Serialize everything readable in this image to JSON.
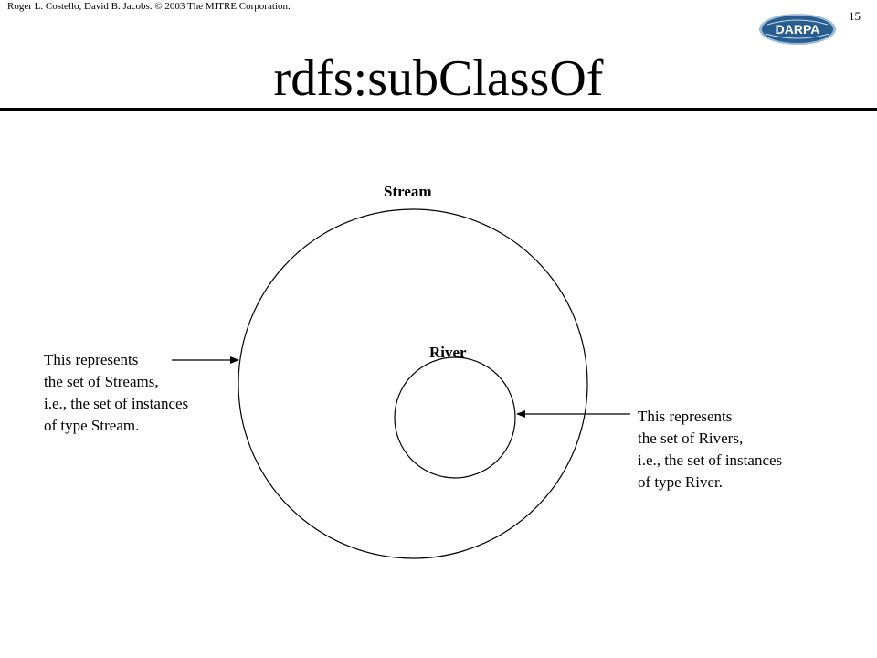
{
  "header": {
    "copyright": "Roger L. Costello, David B. Jacobs. © 2003 The MITRE Corporation.",
    "page_number": "15",
    "logo_text": "DARPA"
  },
  "slide": {
    "title": "rdfs:subClassOf"
  },
  "diagram": {
    "outer_label": "Stream",
    "inner_label": "River",
    "left_note": [
      "This represents",
      "the set of Streams,",
      "i.e., the set of instances",
      "of type Stream."
    ],
    "right_note": [
      "This represents",
      "the set of Rivers,",
      "i.e., the set of instances",
      "of type River."
    ]
  },
  "colors": {
    "logo_fill": "#2a5d8f",
    "logo_rim": "#9bbbd8"
  }
}
